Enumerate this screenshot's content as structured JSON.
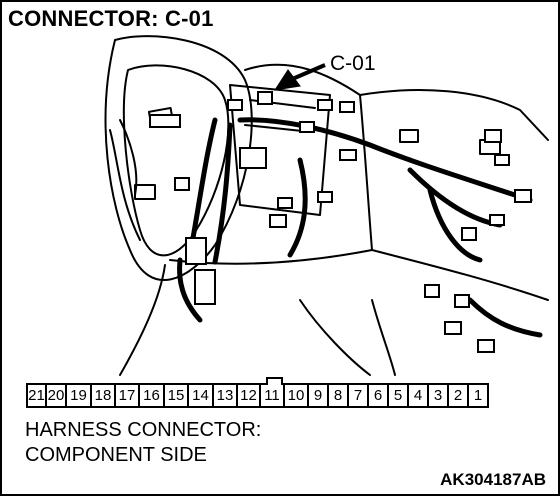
{
  "title": "CONNECTOR: C-01",
  "callout_label": "C-01",
  "connector": {
    "pins": [
      "21",
      "20",
      "19",
      "18",
      "17",
      "16",
      "15",
      "14",
      "13",
      "12",
      "11",
      "10",
      "9",
      "8",
      "7",
      "6",
      "5",
      "4",
      "3",
      "2",
      "1"
    ]
  },
  "side_label_line1": "HARNESS CONNECTOR:",
  "side_label_line2": "COMPONENT SIDE",
  "figure_code": "AK304187AB"
}
